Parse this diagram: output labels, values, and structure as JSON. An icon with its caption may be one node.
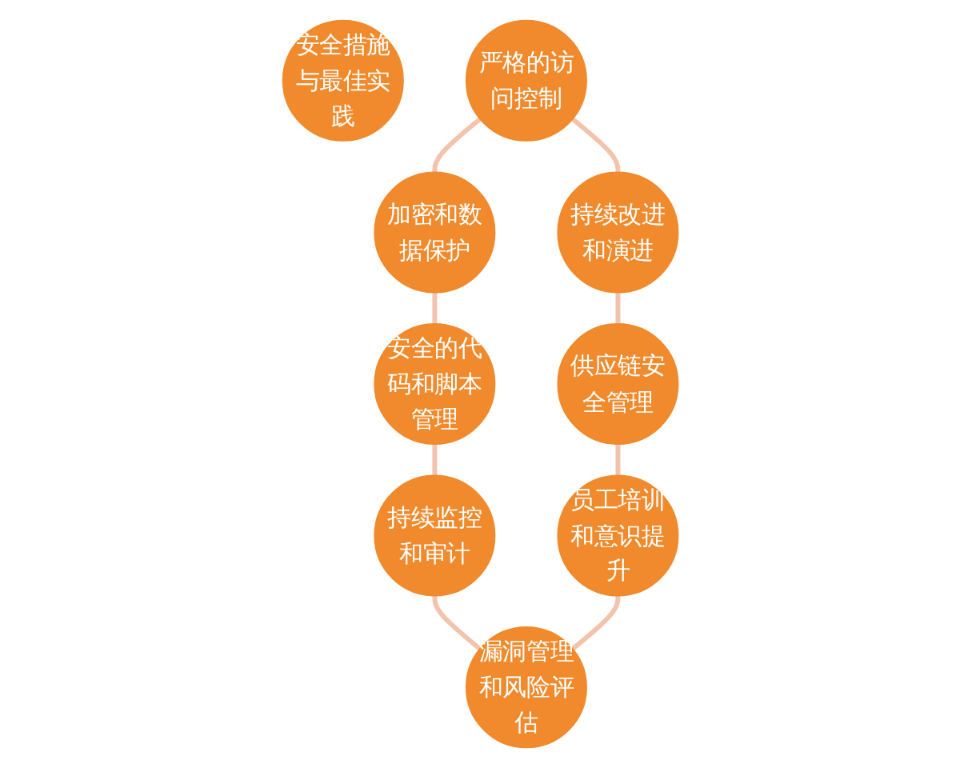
{
  "diagram": {
    "nodes": [
      {
        "text": [
          "安全措施与最佳实践"
        ]
      },
      {
        "text": [
          "严格的访问控制"
        ]
      },
      {
        "text": [
          "加密和数据保护"
        ]
      },
      {
        "text": [
          "安全的代码和脚本管理"
        ]
      },
      {
        "text": [
          "持续监控和审计"
        ]
      },
      {
        "text": [
          "漏洞管理和风险评估"
        ]
      },
      {
        "text": [
          "员工培训和意识提升"
        ]
      },
      {
        "text": [
          "供应链安全管理"
        ]
      },
      {
        "text": [
          "持续改进和演进"
        ]
      }
    ],
    "edges": [
      {
        "from": 1,
        "to": 2,
        "arrow": "none"
      },
      {
        "from": 2,
        "to": 3,
        "arrow": "none"
      },
      {
        "from": 3,
        "to": 4,
        "arrow": "none"
      },
      {
        "from": 4,
        "to": 5,
        "arrow": "none"
      },
      {
        "from": 6,
        "to": 5,
        "arrow": "none"
      },
      {
        "from": 7,
        "to": 6,
        "arrow": "none"
      },
      {
        "from": 8,
        "to": 7,
        "arrow": "none"
      },
      {
        "from": 1,
        "to": 8,
        "arrow": "none"
      }
    ]
  }
}
